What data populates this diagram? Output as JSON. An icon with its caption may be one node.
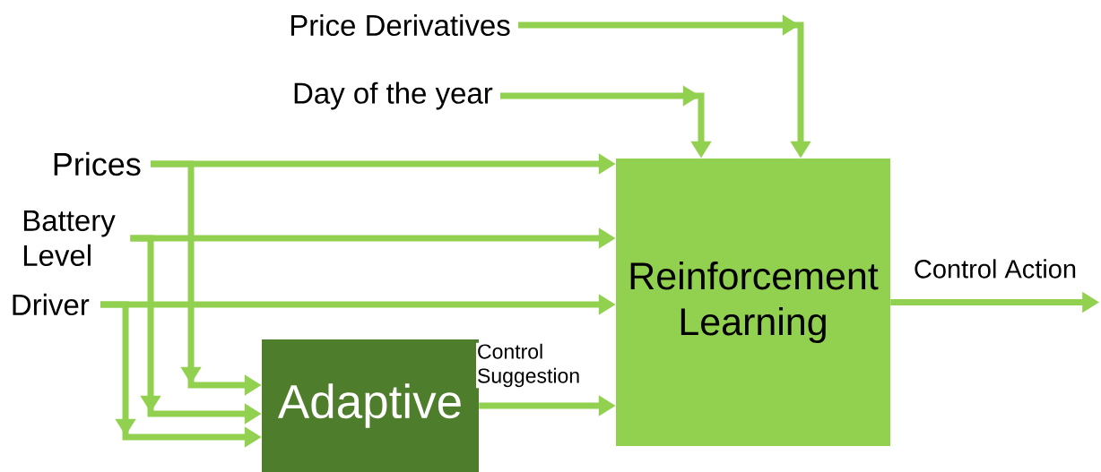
{
  "diagram": {
    "nodes": [
      {
        "text": [
          "Price Derivatives"
        ]
      },
      {
        "text": [
          "Day of the year"
        ]
      },
      {
        "text": [
          "Prices"
        ]
      },
      {
        "text": [
          "Battery Level"
        ]
      },
      {
        "text": [
          "Driver"
        ]
      },
      {
        "text": [
          "Reinforcement Learning"
        ]
      },
      {
        "text": [
          "Adaptive"
        ]
      }
    ],
    "edges": [
      {
        "from": 0,
        "to": 5,
        "arrow": "to"
      },
      {
        "from": 1,
        "to": 5,
        "arrow": "to"
      },
      {
        "from": 2,
        "to": 5,
        "arrow": "to"
      },
      {
        "from": 3,
        "to": 5,
        "arrow": "to"
      },
      {
        "from": 4,
        "to": 5,
        "arrow": "to"
      },
      {
        "from": 2,
        "to": 6,
        "arrow": "to"
      },
      {
        "from": 3,
        "to": 6,
        "arrow": "to"
      },
      {
        "from": 4,
        "to": 6,
        "arrow": "to"
      },
      {
        "from": 6,
        "to": 5,
        "arrow": "to",
        "label": "Control Suggestion"
      },
      {
        "from": 5,
        "to": null,
        "arrow": "to",
        "label": "Control Action"
      }
    ]
  }
}
